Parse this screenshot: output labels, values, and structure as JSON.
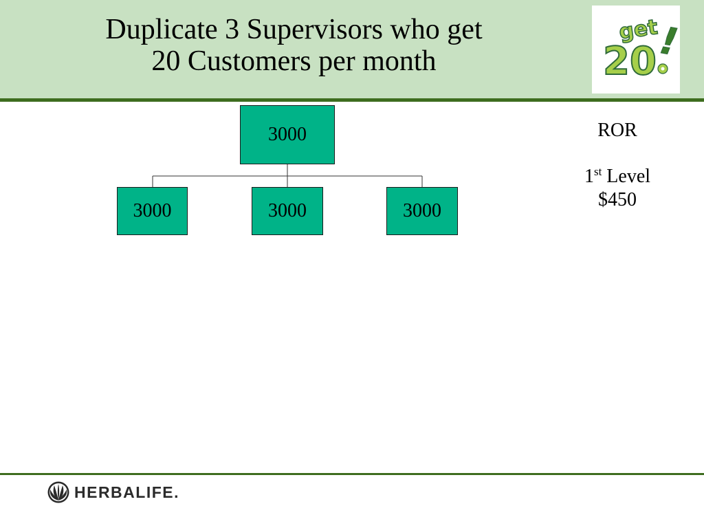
{
  "slide": {
    "title_line1": "Duplicate 3 Supervisors who get",
    "title_line2": "20 Customers per month"
  },
  "logo": {
    "word_top": "get",
    "word_number": "20",
    "word_mark": "!",
    "colors": {
      "light_green": "#a6cf4a",
      "dark_green": "#3a7d2c",
      "outline": "#2f6a3a"
    }
  },
  "org_chart": {
    "root": {
      "value": "3000"
    },
    "children": [
      {
        "value": "3000"
      },
      {
        "value": "3000"
      },
      {
        "value": "3000"
      }
    ],
    "box_color": "#00b388"
  },
  "sidebar": {
    "heading": "ROR",
    "level_number": "1",
    "level_suffix": "st",
    "level_word": "Level",
    "amount": "$450"
  },
  "footer": {
    "brand": "HERBALIFE",
    "brand_mark": ".",
    "logo_icon": "leaf-circle-icon"
  },
  "colors": {
    "header_bg": "#c8e1c2",
    "rule": "#3e6d1f"
  }
}
